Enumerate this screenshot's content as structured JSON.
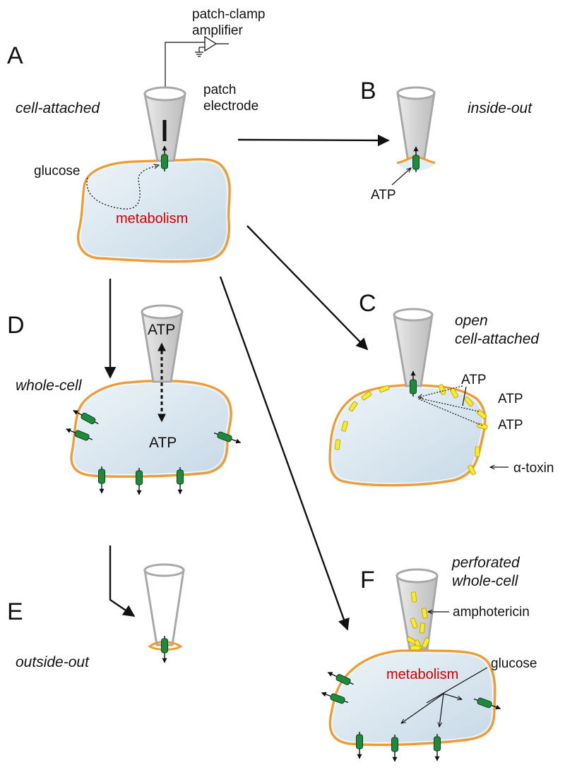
{
  "panels": {
    "A": {
      "letter": "A",
      "mode": "cell-attached",
      "amp_line1": "patch-clamp",
      "amp_line2": "amplifier",
      "electrode_line1": "patch",
      "electrode_line2": "electrode",
      "glucose": "glucose",
      "metabolism": "metabolism"
    },
    "B": {
      "letter": "B",
      "mode": "inside-out",
      "atp": "ATP"
    },
    "C": {
      "letter": "C",
      "mode_line1": "open",
      "mode_line2": "cell-attached",
      "atp1": "ATP",
      "atp2": "ATP",
      "atp3": "ATP",
      "toxin": "α-toxin"
    },
    "D": {
      "letter": "D",
      "mode": "whole-cell",
      "atp_pipette": "ATP",
      "atp_cell": "ATP"
    },
    "E": {
      "letter": "E",
      "mode": "outside-out"
    },
    "F": {
      "letter": "F",
      "mode_line1": "perforated",
      "mode_line2": "whole-cell",
      "amphotericin": "amphotericin",
      "glucose": "glucose",
      "metabolism": "metabolism"
    }
  },
  "colors": {
    "membrane": "#f39a2e",
    "cytoplasm": "#dbe8f1",
    "channel": "#1e8a3c",
    "pore": "#f7ec2c",
    "highlight_text": "#d40000"
  },
  "icons": [
    "amplifier-triangle-icon",
    "ground-icon",
    "channel-icon",
    "pore-icon"
  ]
}
